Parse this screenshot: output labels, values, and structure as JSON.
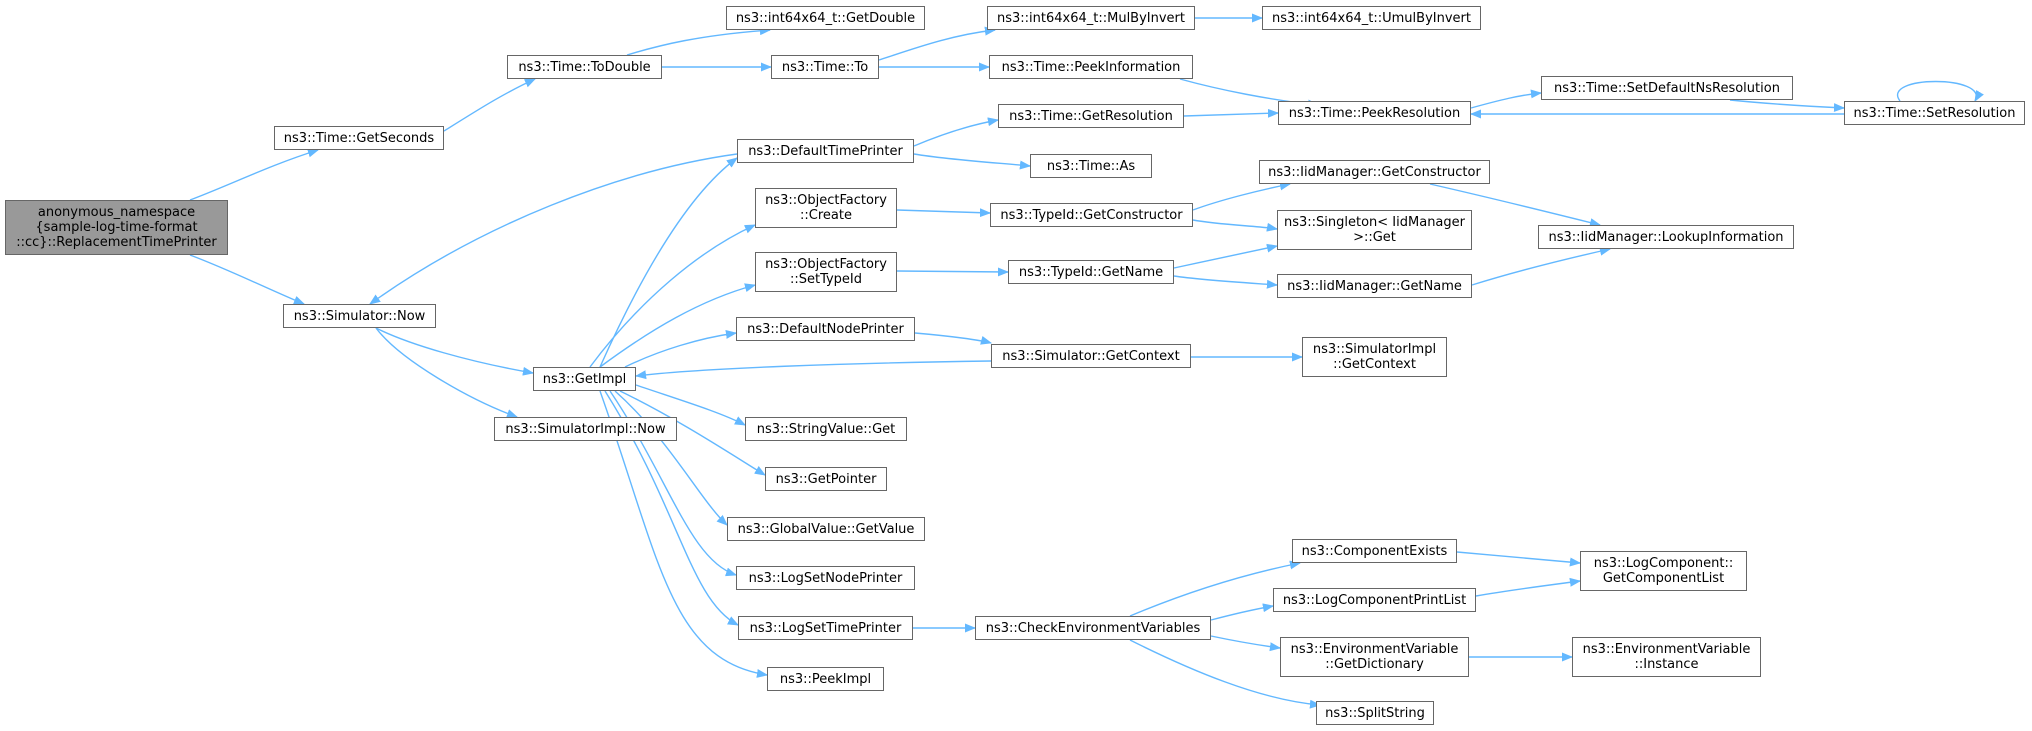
{
  "colors": {
    "edge": "#63b8ff",
    "node_border": "#666666",
    "root_fill": "#999999",
    "node_fill": "#ffffff"
  },
  "nodes": {
    "root": [
      "anonymous_namespace",
      "{sample-log-time-format",
      "::cc}::ReplacementTimePrinter"
    ],
    "get_seconds": [
      "ns3::Time::GetSeconds"
    ],
    "simulator_now": [
      "ns3::Simulator::Now"
    ],
    "to_double": [
      "ns3::Time::ToDouble"
    ],
    "get_impl": [
      "ns3::GetImpl"
    ],
    "simulatorimpl_now": [
      "ns3::SimulatorImpl::Now"
    ],
    "get_double": [
      "ns3::int64x64_t::GetDouble"
    ],
    "time_to": [
      "ns3::Time::To"
    ],
    "default_time_printer": [
      "ns3::DefaultTimePrinter"
    ],
    "objectfactory_create": [
      "ns3::ObjectFactory",
      "::Create"
    ],
    "objectfactory_settypeid": [
      "ns3::ObjectFactory",
      "::SetTypeId"
    ],
    "default_node_printer": [
      "ns3::DefaultNodePrinter"
    ],
    "stringvalue_get": [
      "ns3::StringValue::Get"
    ],
    "get_pointer": [
      "ns3::GetPointer"
    ],
    "globalvalue_getvalue": [
      "ns3::GlobalValue::GetValue"
    ],
    "log_set_node_printer": [
      "ns3::LogSetNodePrinter"
    ],
    "log_set_time_printer": [
      "ns3::LogSetTimePrinter"
    ],
    "peek_impl": [
      "ns3::PeekImpl"
    ],
    "mul_by_invert": [
      "ns3::int64x64_t::MulByInvert"
    ],
    "peek_information": [
      "ns3::Time::PeekInformation"
    ],
    "get_resolution": [
      "ns3::Time::GetResolution"
    ],
    "time_as": [
      "ns3::Time::As"
    ],
    "typeid_getconstructor": [
      "ns3::TypeId::GetConstructor"
    ],
    "typeid_getname": [
      "ns3::TypeId::GetName"
    ],
    "simulator_getcontext": [
      "ns3::Simulator::GetContext"
    ],
    "check_env_vars": [
      "ns3::CheckEnvironmentVariables"
    ],
    "umul_by_invert": [
      "ns3::int64x64_t::UmulByInvert"
    ],
    "peek_resolution": [
      "ns3::Time::PeekResolution"
    ],
    "iid_getconstructor": [
      "ns3::IidManager::GetConstructor"
    ],
    "singleton_get": [
      "ns3::Singleton< IidManager",
      ">::Get"
    ],
    "iid_getname": [
      "ns3::IidManager::GetName"
    ],
    "simimpl_getcontext": [
      "ns3::SimulatorImpl",
      "::GetContext"
    ],
    "component_exists": [
      "ns3::ComponentExists"
    ],
    "log_component_print_list": [
      "ns3::LogComponentPrintList"
    ],
    "envvar_getdictionary": [
      "ns3::EnvironmentVariable",
      "::GetDictionary"
    ],
    "split_string": [
      "ns3::SplitString"
    ],
    "set_default_ns_resolution": [
      "ns3::Time::SetDefaultNsResolution"
    ],
    "iid_lookupinformation": [
      "ns3::IidManager::LookupInformation"
    ],
    "logcomponent_getcomponentlist": [
      "ns3::LogComponent::",
      "GetComponentList"
    ],
    "envvar_instance": [
      "ns3::EnvironmentVariable",
      "::Instance"
    ],
    "set_resolution": [
      "ns3::Time::SetResolution"
    ]
  }
}
